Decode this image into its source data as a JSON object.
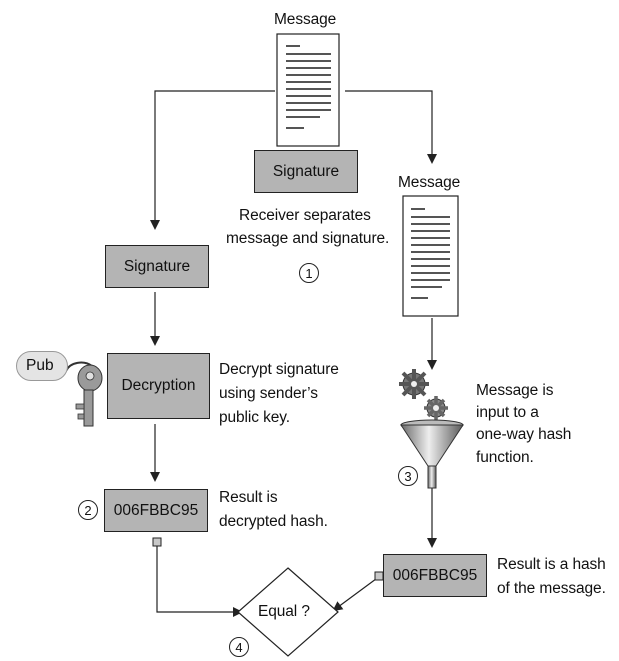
{
  "top": {
    "message_label": "Message",
    "signature_label": "Signature"
  },
  "right": {
    "message_label": "Message"
  },
  "receiver_note": {
    "line1": "Receiver separates",
    "line2": "message and signature."
  },
  "left": {
    "signature_label": "Signature",
    "decryption_label": "Decryption",
    "hash_value": "006FBBC95",
    "key_label": "Pub"
  },
  "decrypt_note": {
    "line1": "Decrypt signature",
    "line2": "using sender’s",
    "line3": "public key."
  },
  "result_left": {
    "line1": "Result is",
    "line2": "decrypted hash."
  },
  "hash_note": {
    "line1": "Message is",
    "line2": "input to a",
    "line3": "one-way hash",
    "line4": "function."
  },
  "result_right": {
    "hash_value": "006FBBC95",
    "line1": "Result is a hash",
    "line2": "of the message."
  },
  "compare": {
    "label": "Equal ?"
  },
  "steps": {
    "s1": "1",
    "s2": "2",
    "s3": "3",
    "s4": "4"
  }
}
